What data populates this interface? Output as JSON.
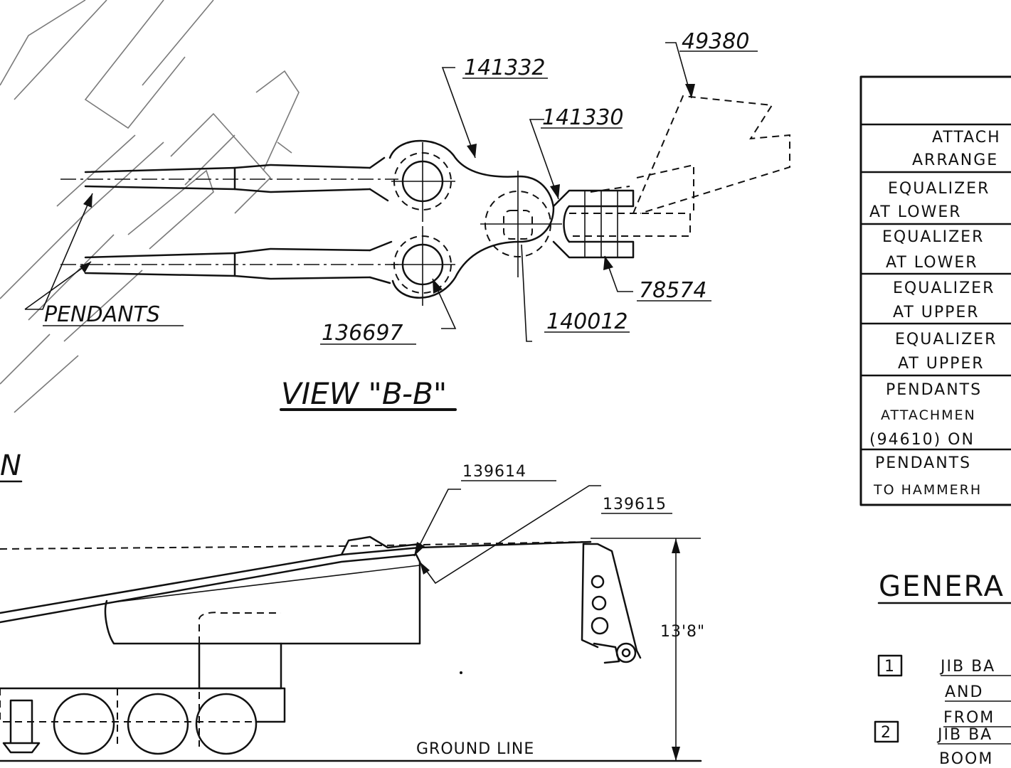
{
  "view_b_b": {
    "title": "VIEW \"B-B\"",
    "labels": {
      "part_49380": "49380",
      "part_141332": "141332",
      "part_141330": "141330",
      "part_78574": "78574",
      "part_140012": "140012",
      "part_136697": "136697",
      "pendants": "PENDANTS"
    }
  },
  "elevation": {
    "fragment_label": "N",
    "part_139614": "139614",
    "part_139615": "139615",
    "height_dim": "13'8\"",
    "ground_line": "GROUND LINE"
  },
  "table": {
    "rows": [
      [
        "ATTACH",
        "ARRANGE"
      ],
      [
        "EQUALIZER",
        "AT LOWER"
      ],
      [
        "EQUALIZER",
        "AT LOWER"
      ],
      [
        "EQUALIZER",
        "AT UPPER"
      ],
      [
        "EQUALIZER",
        "AT UPPER"
      ],
      [
        "PENDANTS",
        "ATTACHMEN",
        "(94610) ON"
      ],
      [
        "PENDANTS",
        "TO HAMMERH"
      ]
    ]
  },
  "general_notes": {
    "heading": "GENERA",
    "notes": [
      {
        "number": "1",
        "lines": [
          "JIB BA",
          "AND",
          "FROM"
        ]
      },
      {
        "number": "2",
        "lines": [
          "JIB BA",
          "BOOM"
        ]
      }
    ]
  },
  "watermark": {
    "letters": [
      "N",
      "L",
      "Y",
      "!",
      "E",
      "N",
      "O"
    ]
  }
}
